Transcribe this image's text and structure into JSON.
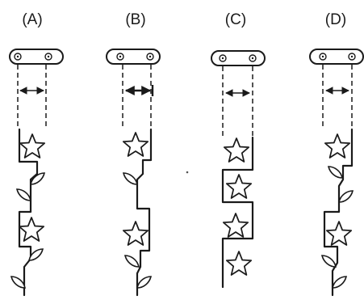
{
  "options": [
    {
      "label": "(A)"
    },
    {
      "label": "(B)"
    },
    {
      "label": "(C)"
    },
    {
      "label": "(D)"
    }
  ],
  "colors": {
    "ink": "#1a1a1a",
    "background": "#ffffff"
  }
}
